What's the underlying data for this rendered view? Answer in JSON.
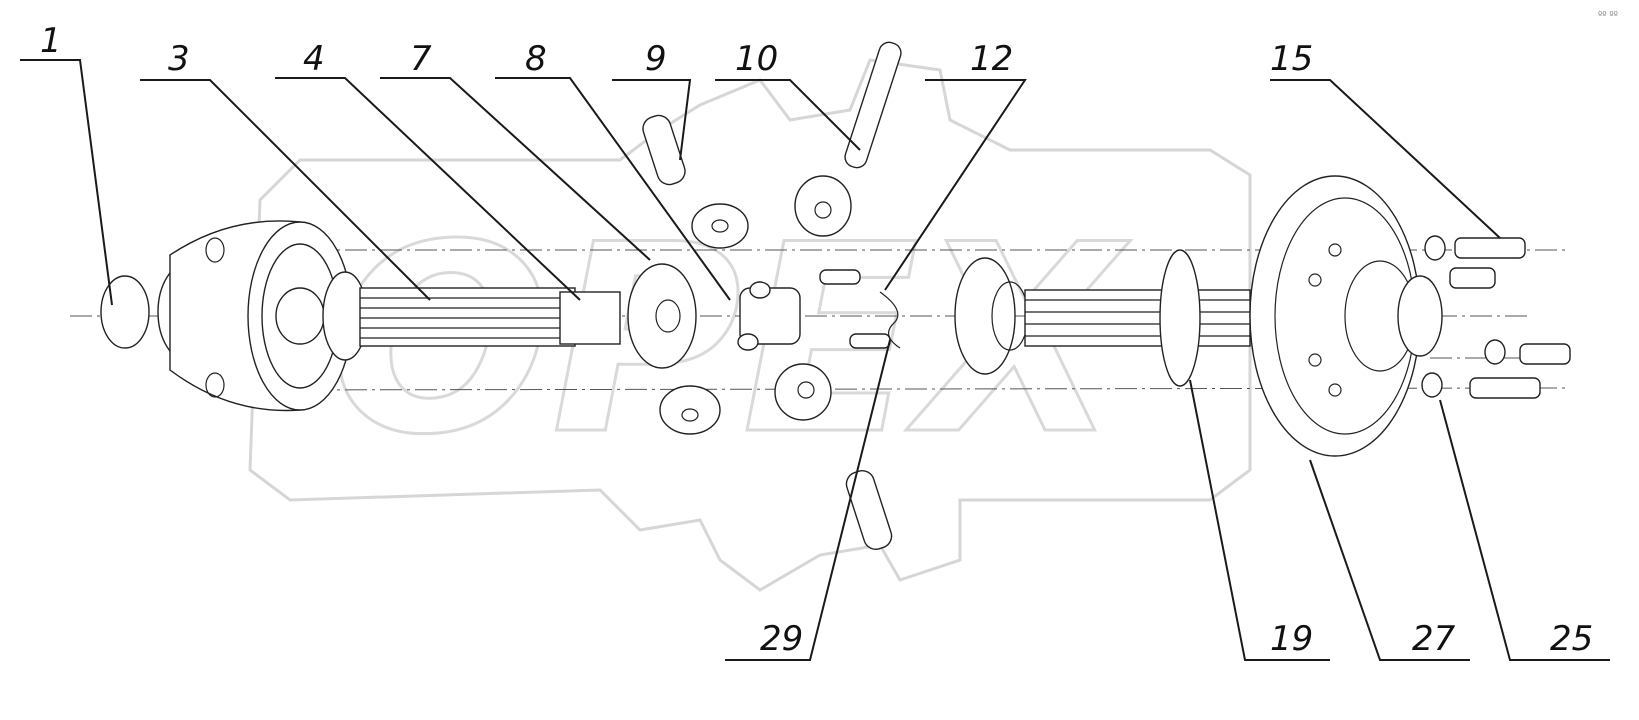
{
  "watermark": {
    "text": "OPEX"
  },
  "callouts": [
    {
      "id": "c1",
      "label": "1"
    },
    {
      "id": "c3",
      "label": "3"
    },
    {
      "id": "c4",
      "label": "4"
    },
    {
      "id": "c7",
      "label": "7"
    },
    {
      "id": "c8",
      "label": "8"
    },
    {
      "id": "c9",
      "label": "9"
    },
    {
      "id": "c10",
      "label": "10"
    },
    {
      "id": "c12",
      "label": "12"
    },
    {
      "id": "c15",
      "label": "15"
    },
    {
      "id": "c29",
      "label": "29"
    },
    {
      "id": "c19",
      "label": "19"
    },
    {
      "id": "c27",
      "label": "27"
    },
    {
      "id": "c25",
      "label": "25"
    }
  ],
  "corner_mark": "ºº ºº"
}
